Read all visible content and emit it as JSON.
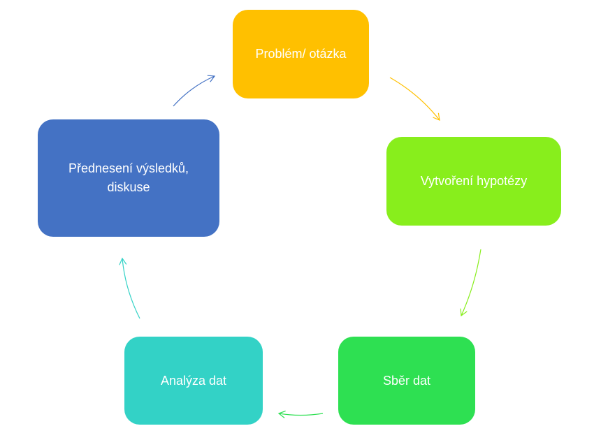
{
  "nodes": {
    "problem": {
      "label": "Problém/ otázka",
      "color": "#FFC000"
    },
    "hypothesis": {
      "label": "Vytvoření hypotézy",
      "color": "#88EE1C"
    },
    "collect": {
      "label": "Sběr dat",
      "color": "#2EE052"
    },
    "analysis": {
      "label": "Analýza dat",
      "color": "#33D2C6"
    },
    "present": {
      "label": "Přednesení výsledků, diskuse",
      "color": "#4472C4"
    }
  },
  "arrows": {
    "problem_to_hypothesis": {
      "color": "#FFC000"
    },
    "hypothesis_to_collect": {
      "color": "#88EE1C"
    },
    "collect_to_analysis": {
      "color": "#2EE052"
    },
    "analysis_to_present": {
      "color": "#33D2C6"
    },
    "present_to_problem": {
      "color": "#4472C4"
    }
  }
}
